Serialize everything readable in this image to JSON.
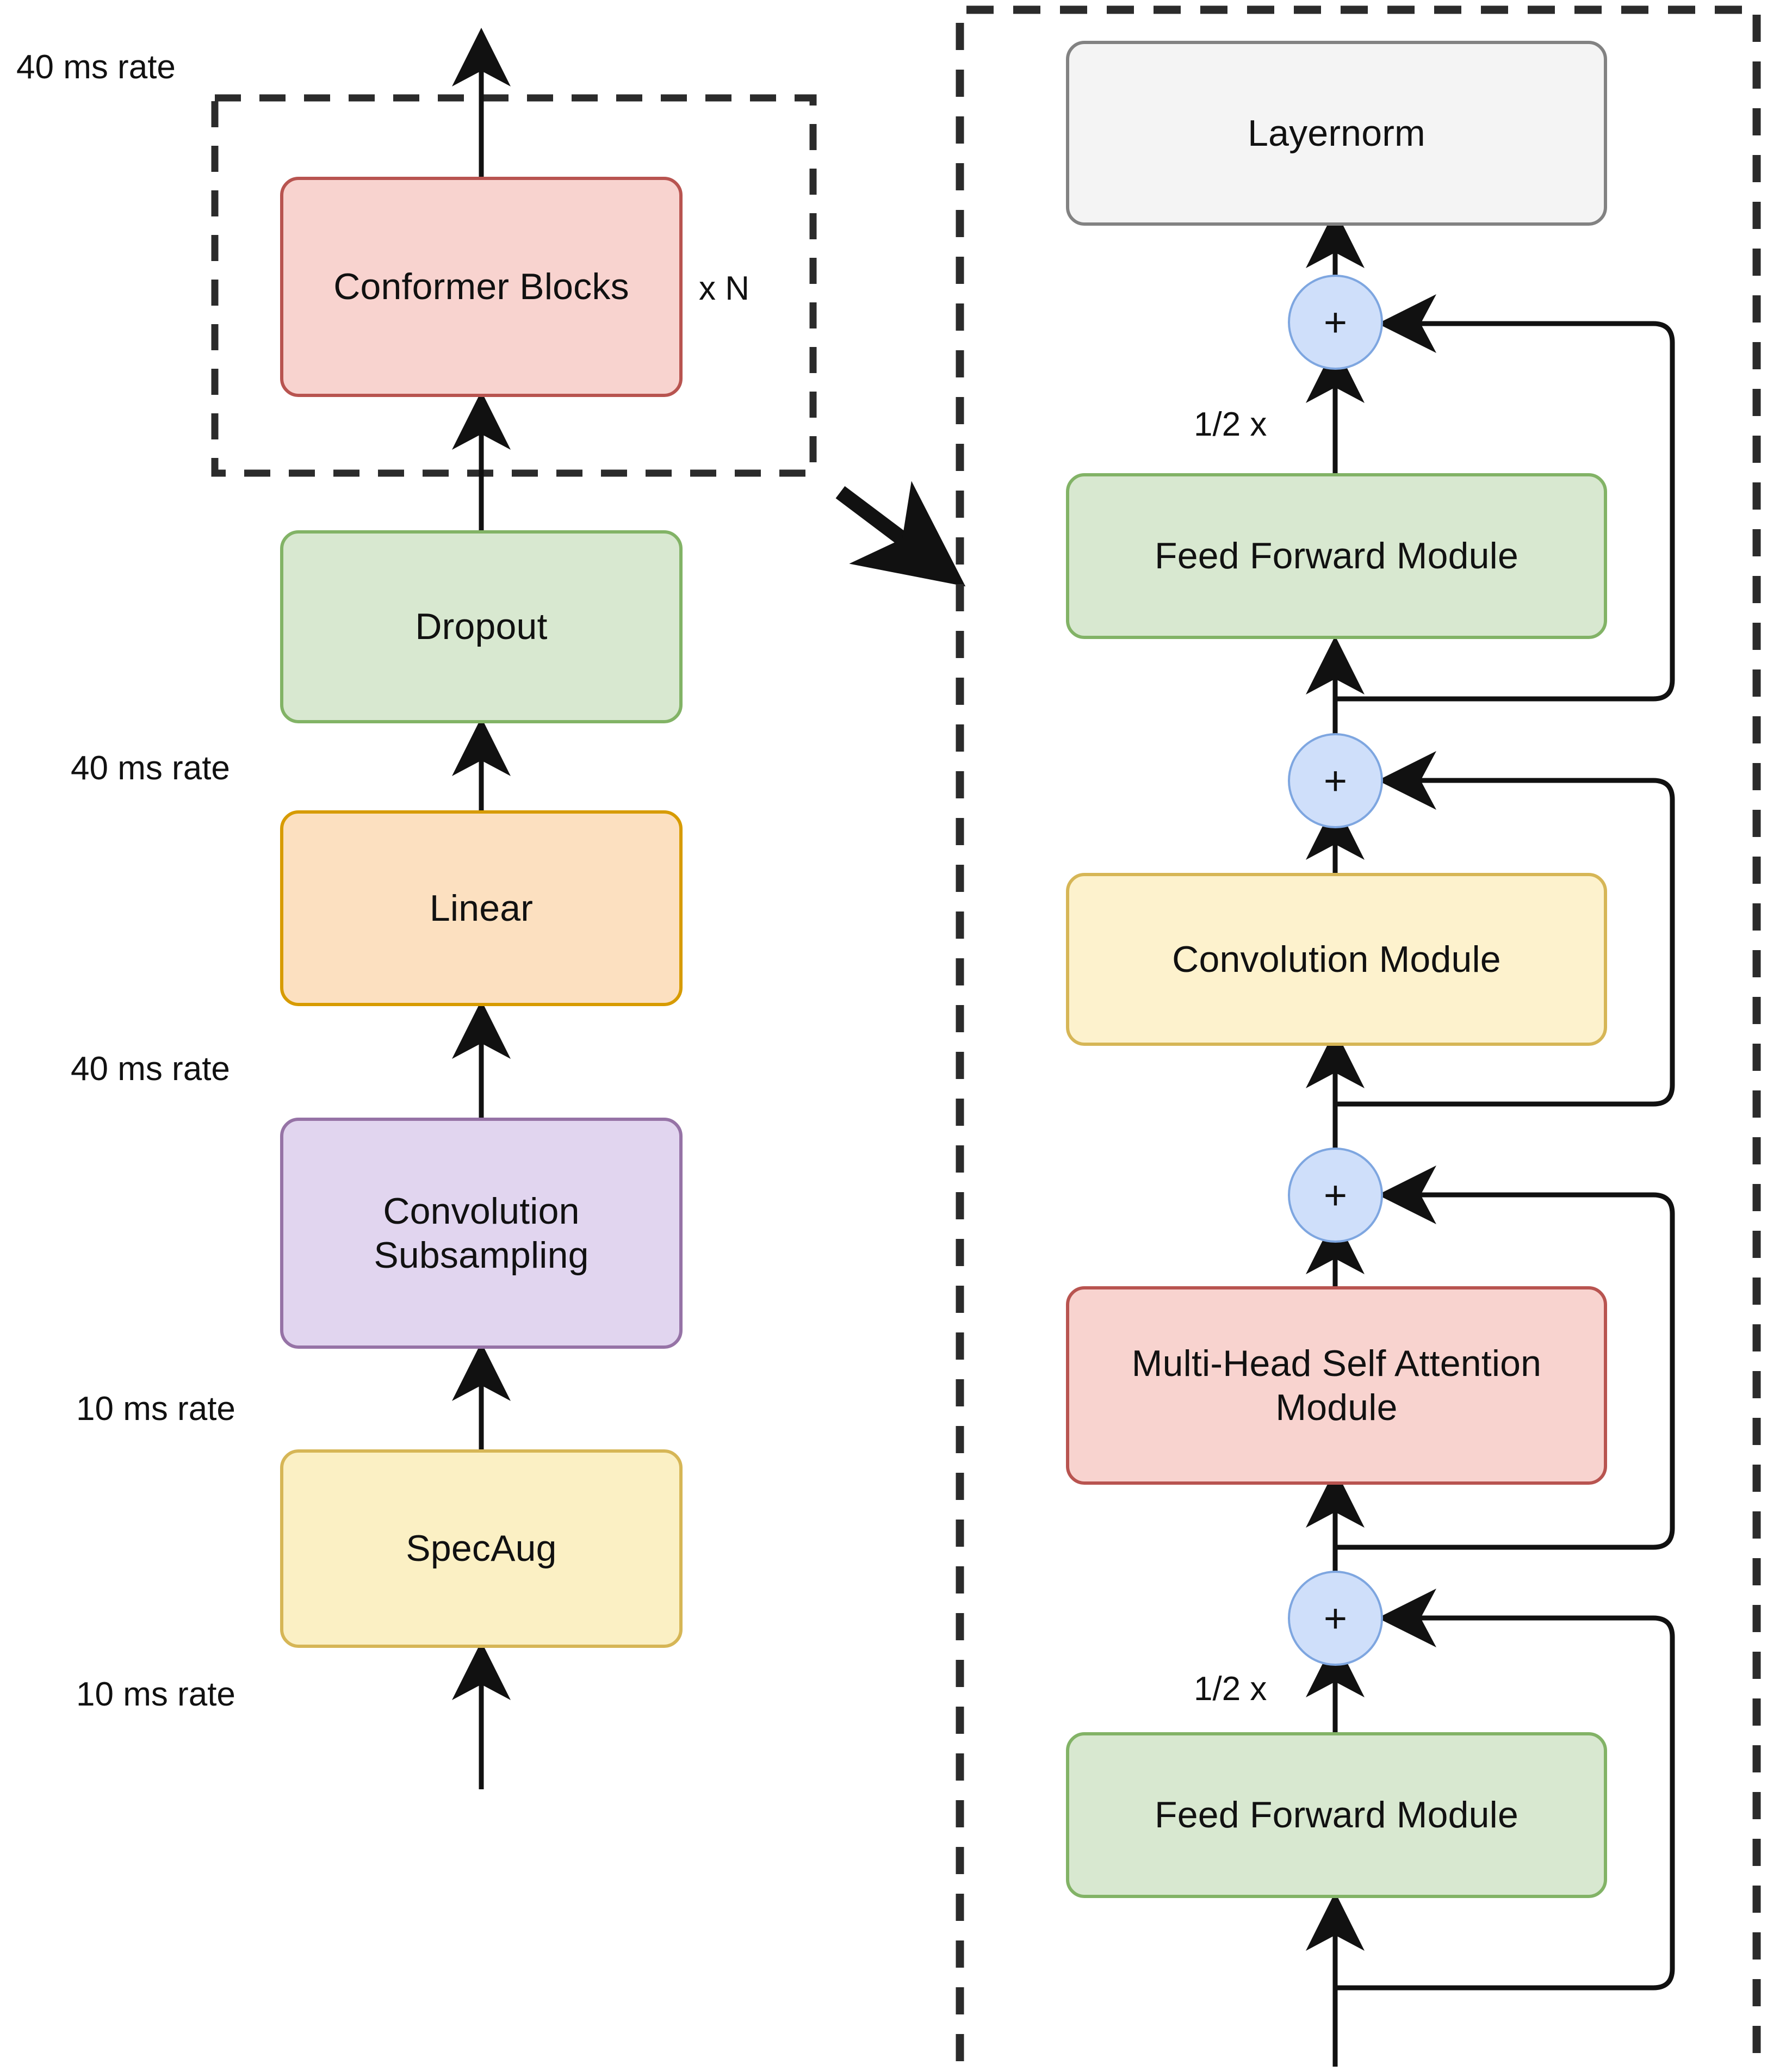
{
  "diagram": {
    "title_hidden": "Conformer encoder architecture",
    "left_pipeline": {
      "dashed_group_label": "x N",
      "rate_labels": [
        {
          "id": "out-rate",
          "text": "40 ms rate"
        },
        {
          "id": "dropout-in",
          "text": "40 ms rate"
        },
        {
          "id": "linear-in",
          "text": "40 ms rate"
        },
        {
          "id": "subsamp-in",
          "text": "10 ms rate"
        },
        {
          "id": "input-rate",
          "text": "10 ms rate"
        }
      ],
      "nodes": [
        {
          "id": "conformer-blocks",
          "label": "Conformer Blocks",
          "color": "#f8d3cf",
          "border": "#b85450"
        },
        {
          "id": "dropout",
          "label": "Dropout",
          "color": "#d8e8d0",
          "border": "#82b366"
        },
        {
          "id": "linear",
          "label": "Linear",
          "color": "#fce0c0",
          "border": "#d79b00"
        },
        {
          "id": "convolution-subsampling",
          "label": "Convolution\nSubsampling",
          "color": "#e1d5ef",
          "border": "#9673a6"
        },
        {
          "id": "specaug",
          "label": "SpecAug",
          "color": "#fbf0c4",
          "border": "#d6b656"
        }
      ],
      "convolution_subsampling_line1": "Convolution",
      "convolution_subsampling_line2": "Subsampling"
    },
    "right_block": {
      "nodes": [
        {
          "id": "layernorm",
          "label": "Layernorm",
          "color": "#f4f4f4",
          "border": "#828282"
        },
        {
          "id": "feed-forward-top",
          "label": "Feed Forward Module",
          "color": "#d8e8d0",
          "border": "#82b366"
        },
        {
          "id": "convolution-module",
          "label": "Convolution Module",
          "color": "#fdf2cd",
          "border": "#d6b656"
        },
        {
          "id": "mhsa-module",
          "label": "Multi-Head Self Attention Module",
          "color": "#f8d3cf",
          "border": "#b85450"
        },
        {
          "id": "feed-forward-bottom",
          "label": "Feed Forward Module",
          "color": "#d8e8d0",
          "border": "#82b366"
        }
      ],
      "mhsa_line1": "Multi-Head Self Attention",
      "mhsa_line2": "Module",
      "add_nodes": [
        {
          "id": "add-4",
          "symbol": "+"
        },
        {
          "id": "add-3",
          "symbol": "+"
        },
        {
          "id": "add-2",
          "symbol": "+"
        },
        {
          "id": "add-1",
          "symbol": "+"
        }
      ],
      "scale_labels": [
        {
          "id": "half-x-top",
          "text": "1/2 x"
        },
        {
          "id": "half-x-bottom",
          "text": "1/2 x"
        }
      ]
    },
    "colors": {
      "stroke": "#111111",
      "dashed_border": "#2b2b2b",
      "plus_fill": "#cfdffa",
      "plus_border": "#7ea6e0"
    }
  }
}
